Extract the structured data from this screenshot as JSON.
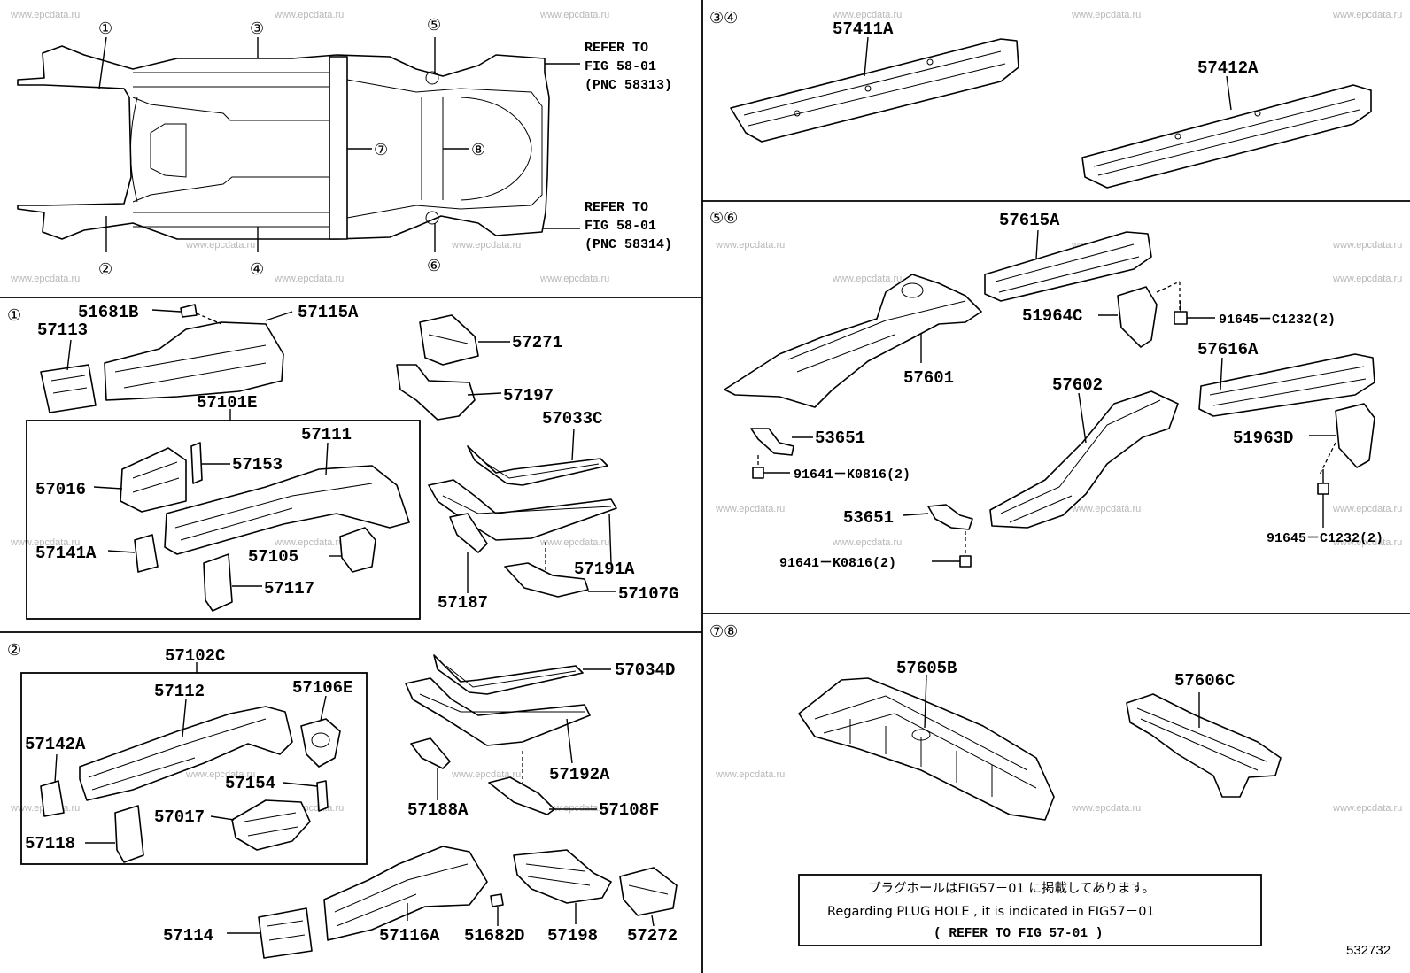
{
  "sections": {
    "s1": "①",
    "s2": "②",
    "s34": "③④",
    "s56": "⑤⑥",
    "s78": "⑦⑧"
  },
  "overview": {
    "c1": "①",
    "c2": "②",
    "c3": "③",
    "c4": "④",
    "c5": "⑤",
    "c6": "⑥",
    "c7": "⑦",
    "c8": "⑧",
    "ref_top": [
      "REFER TO",
      "FIG 58-01",
      "(PNC 58313)"
    ],
    "ref_bottom": [
      "REFER TO",
      "FIG 58-01",
      "(PNC 58314)"
    ]
  },
  "parts": {
    "p57411A": "57411A",
    "p57412A": "57412A",
    "p51681B": "51681B",
    "p57115A": "57115A",
    "p57113": "57113",
    "p57101E": "57101E",
    "p57111": "57111",
    "p57153": "57153",
    "p57016": "57016",
    "p57141A": "57141A",
    "p57105": "57105",
    "p57117": "57117",
    "p57271": "57271",
    "p57197": "57197",
    "p57033C": "57033C",
    "p57191A": "57191A",
    "p57187": "57187",
    "p57107G": "57107G",
    "p57102C": "57102C",
    "p57112": "57112",
    "p57106E": "57106E",
    "p57142A": "57142A",
    "p57154": "57154",
    "p57017": "57017",
    "p57118": "57118",
    "p57034D": "57034D",
    "p57192A": "57192A",
    "p57188A": "57188A",
    "p57108F": "57108F",
    "p57114": "57114",
    "p57116A": "57116A",
    "p51682D": "51682D",
    "p57198": "57198",
    "p57272": "57272",
    "p57615A": "57615A",
    "p51964C": "51964C",
    "p91645a": "91645－C1232(2)",
    "p57601": "57601",
    "p57616A": "57616A",
    "p57602": "57602",
    "p53651a": "53651",
    "p91641a": "91641－K0816(2)",
    "p51963D": "51963D",
    "p53651b": "53651",
    "p91641b": "91641－K0816(2)",
    "p91645b": "91645－C1232(2)",
    "p57605B": "57605B",
    "p57606C": "57606C"
  },
  "note": {
    "line1": "プラグホールはFIG57－01 に掲載してあります。",
    "line2": "Regarding  PLUG HOLE , it is  indicated  in  FIG57－01",
    "line3": "(   REFER  TO  FIG  57-01 )"
  },
  "watermark": "www.epcdata.ru",
  "figure_id": "532732"
}
